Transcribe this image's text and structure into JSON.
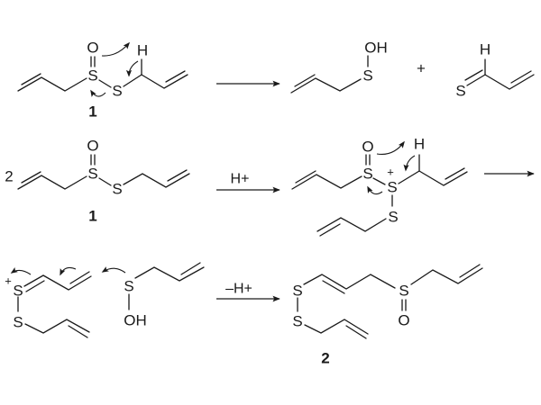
{
  "scheme": {
    "row1": {
      "reactant": {
        "atoms": {
          "sulfoxide_O": "O",
          "sulfoxide_S": "S",
          "thio_S": "S",
          "H": "H"
        },
        "label": "1"
      },
      "arrow_label": "",
      "product1": {
        "atoms": {
          "S": "S",
          "OH": "OH"
        }
      },
      "plus": "+",
      "product2": {
        "atoms": {
          "S": "S",
          "H": "H"
        }
      }
    },
    "row2": {
      "stoichiometry": "2",
      "reactant": {
        "atoms": {
          "sulfoxide_O": "O",
          "sulfoxide_S": "S",
          "thio_S": "S"
        },
        "label": "1"
      },
      "arrow_label": "H+",
      "intermediate": {
        "atoms": {
          "O": "O",
          "S1": "S",
          "S2": "S",
          "S3": "S",
          "H": "H"
        },
        "charge": "+"
      }
    },
    "row3": {
      "cation": {
        "atoms": {
          "S1": "S",
          "S2": "S"
        },
        "charge": "+"
      },
      "sulfenic_acid": {
        "atoms": {
          "S": "S",
          "OH": "OH"
        }
      },
      "arrow_label": "–H+",
      "product": {
        "atoms": {
          "S1": "S",
          "S2": "S",
          "S3": "S",
          "O": "O"
        },
        "label": "2"
      }
    }
  }
}
